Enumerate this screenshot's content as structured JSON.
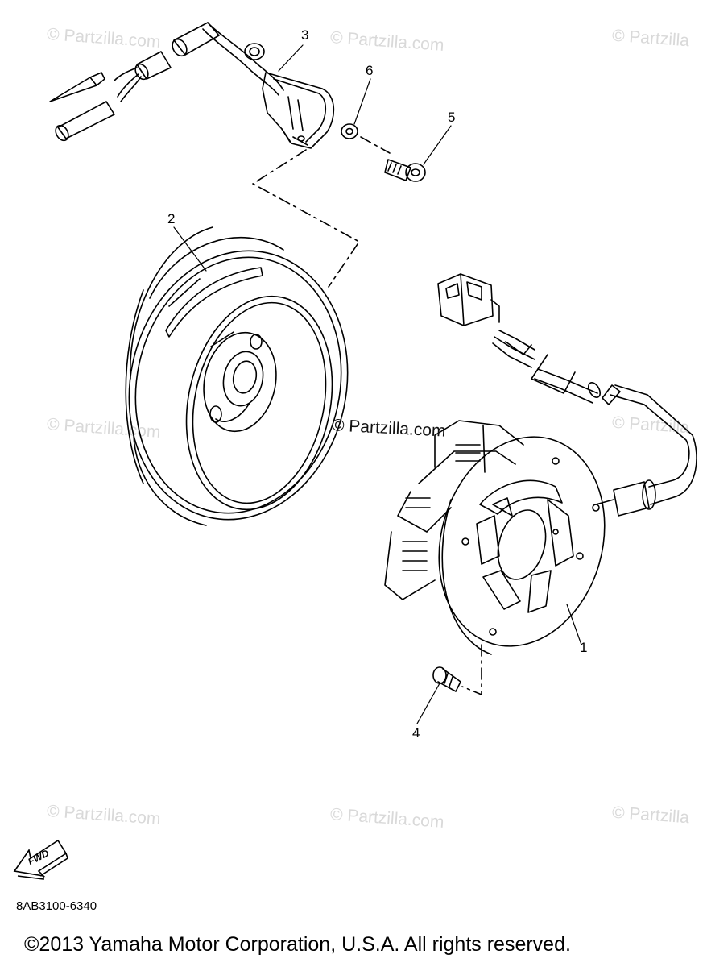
{
  "callouts": [
    "1",
    "2",
    "3",
    "4",
    "5",
    "6"
  ],
  "watermark_text": "© Partzilla.com",
  "watermark_short": "© Partzilla",
  "center_watermark": "© Partzilla.com",
  "fwd_label": "FWD",
  "part_reference": "8AB3100-6340",
  "copyright": "©2013 Yamaha Motor Corporation, U.S.A. All rights reserved.",
  "icons": [
    "fwd-arrow-icon"
  ]
}
